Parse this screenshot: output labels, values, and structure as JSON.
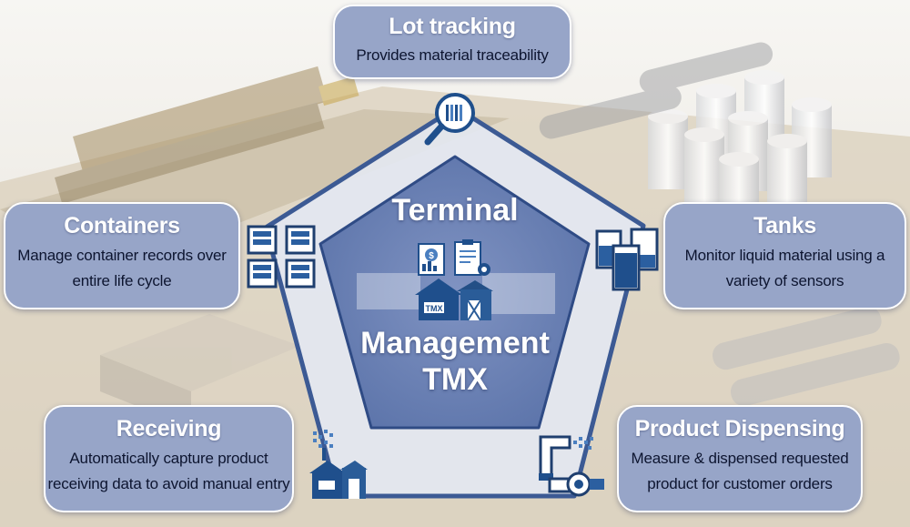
{
  "center": {
    "line1": "Terminal",
    "line2": "Management",
    "line3": "TMX",
    "barn_label": "TMX"
  },
  "features": {
    "lot_tracking": {
      "title": "Lot tracking",
      "description": "Provides material traceability",
      "icon": "magnifier-barcode-icon"
    },
    "containers": {
      "title": "Containers",
      "description_lines": [
        "Manage container records over",
        "entire life cycle"
      ],
      "icon": "container-grid-icon"
    },
    "tanks": {
      "title": "Tanks",
      "description_lines": [
        "Monitor liquid material using a",
        "variety of sensors"
      ],
      "icon": "tank-levels-icon"
    },
    "receiving": {
      "title": "Receiving",
      "description_lines": [
        "Automatically capture product",
        "receiving data to avoid manual entry"
      ],
      "icon": "warehouse-receiving-icon"
    },
    "product_dispensing": {
      "title": "Product Dispensing",
      "description_lines": [
        "Measure & dispensed requested",
        "product for customer orders"
      ],
      "icon": "pipe-pump-icon"
    }
  },
  "colors": {
    "box_fill": "#97a5c8",
    "pentagon_outer_fill": "#e3e8f2",
    "pentagon_outer_stroke": "#3c5a94",
    "pentagon_inner_fill": "#6f86b9",
    "icon_dark": "#1f4f8c",
    "icon_mid": "#4a7fc0"
  }
}
